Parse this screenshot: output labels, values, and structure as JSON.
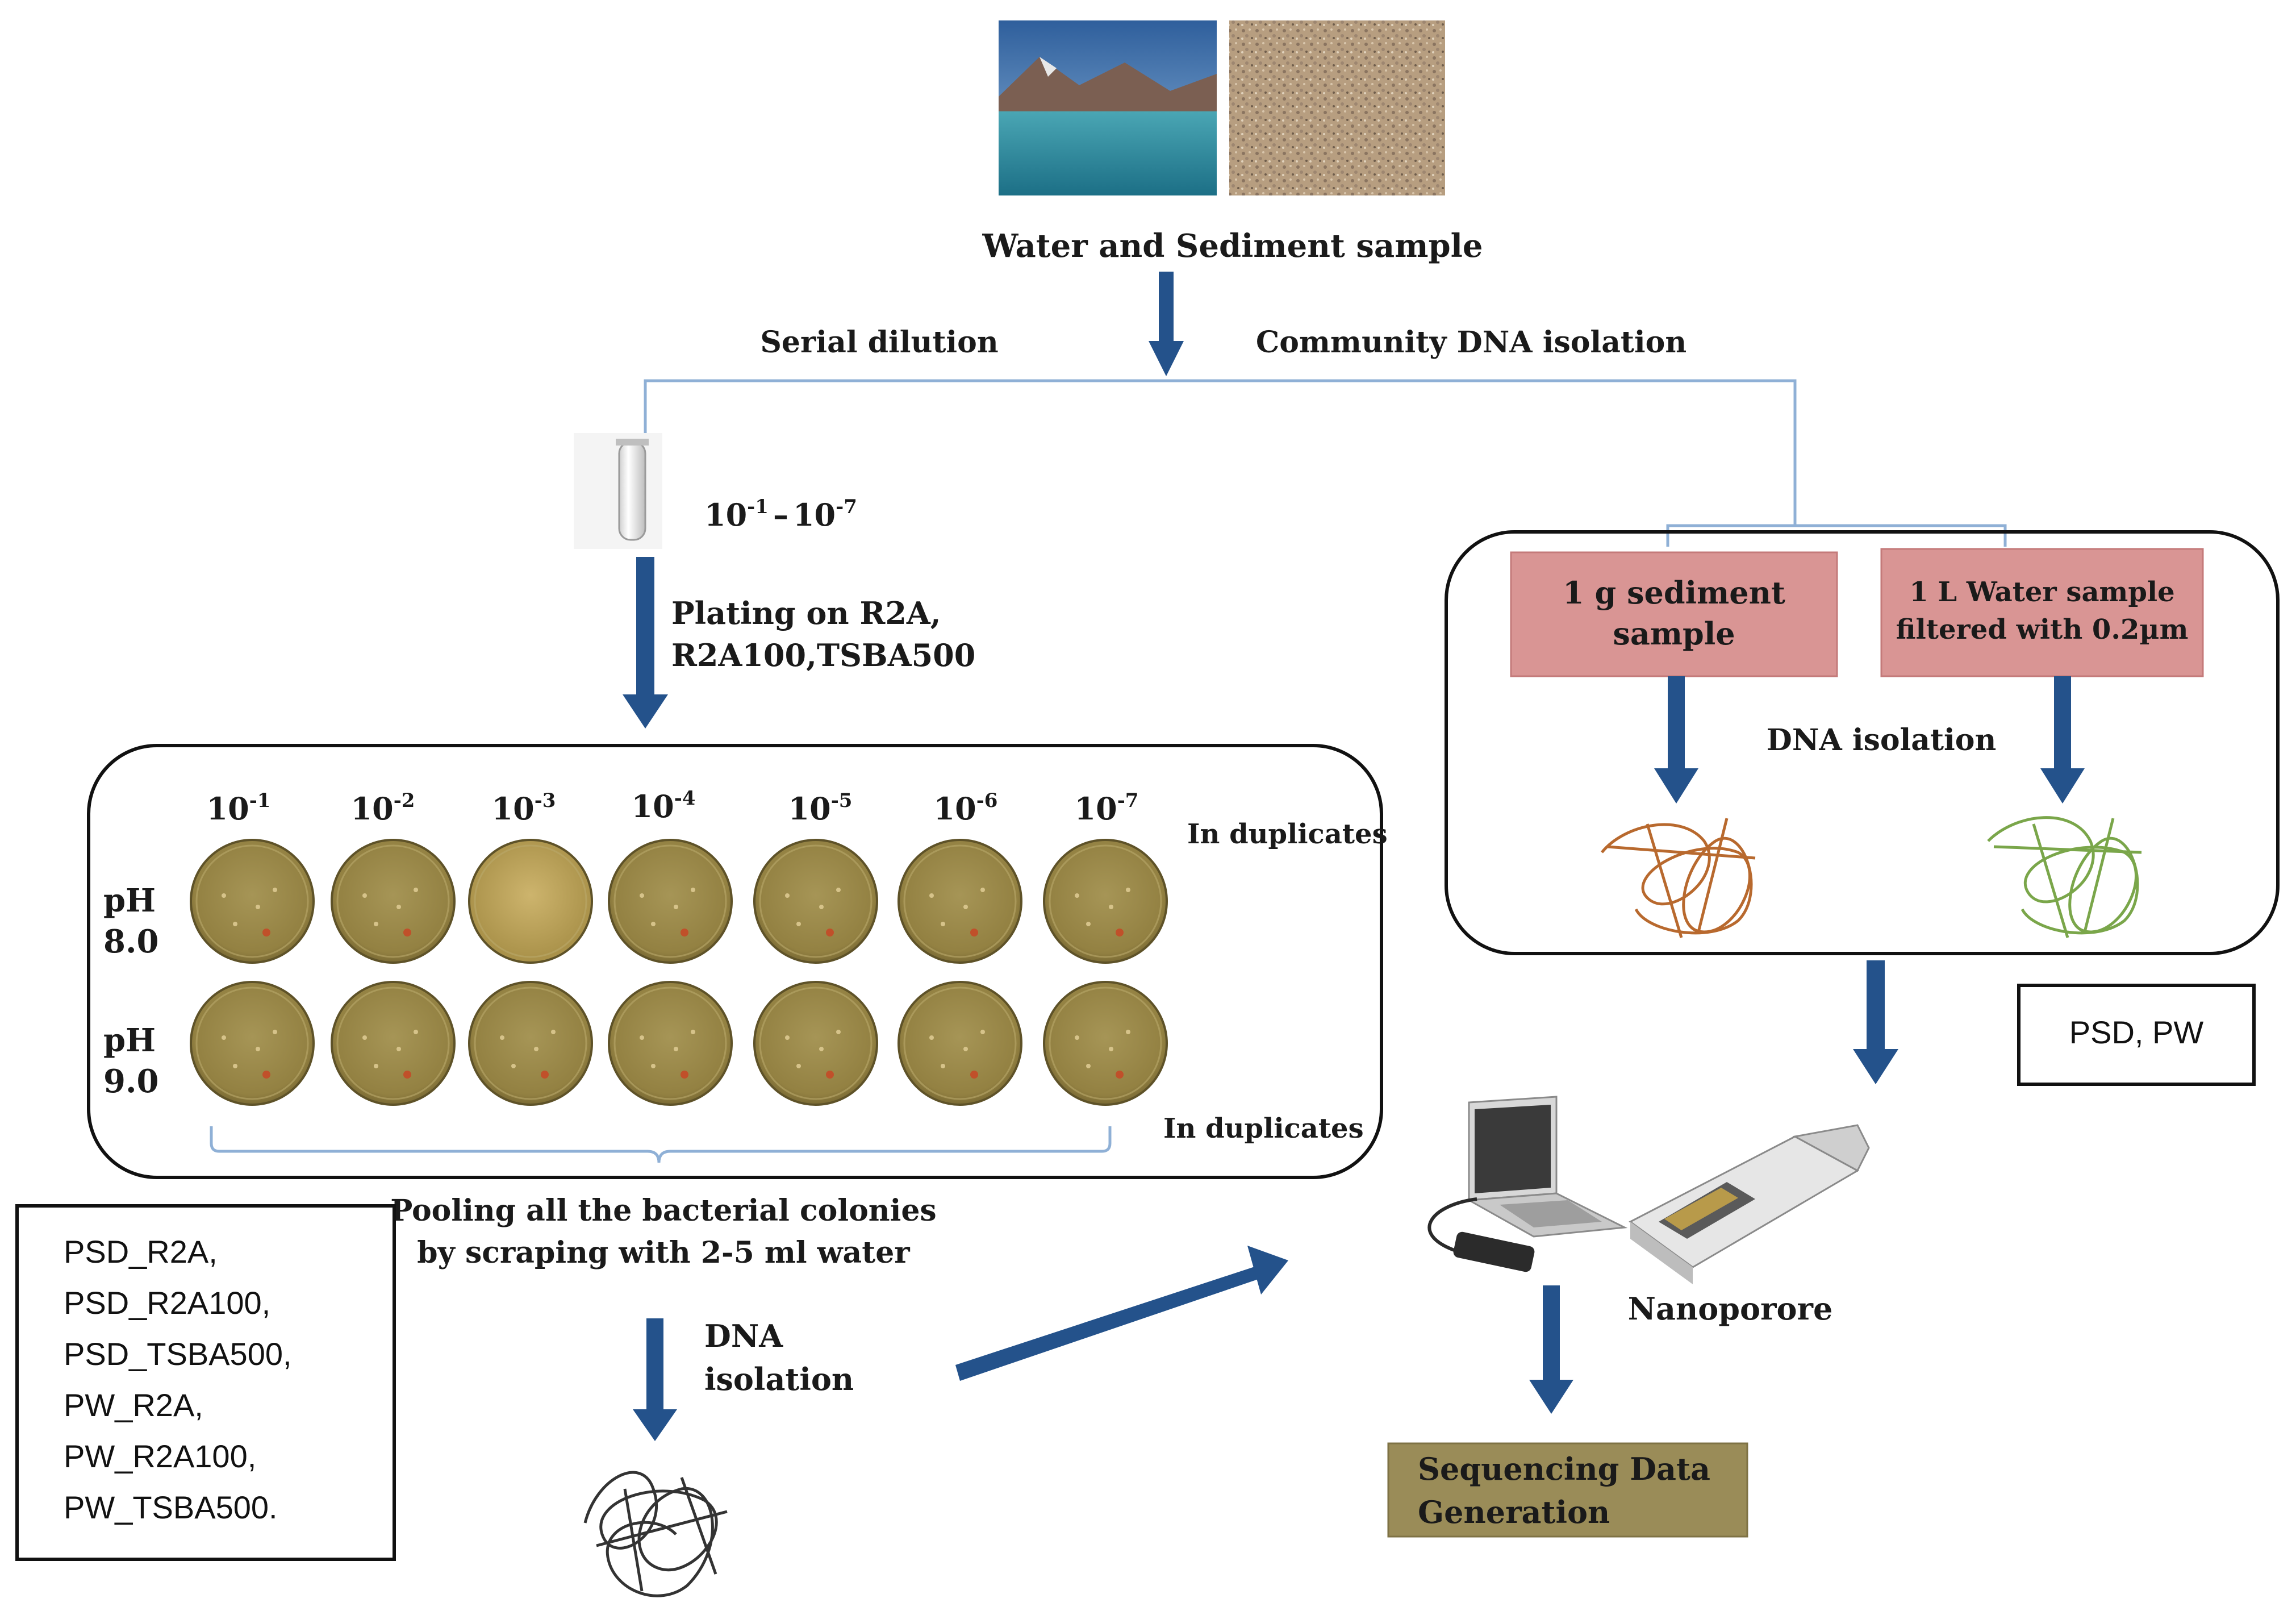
{
  "sample": {
    "caption": "Water and Sediment sample"
  },
  "branches": {
    "left_label": "Serial dilution",
    "right_label": "Community DNA isolation"
  },
  "dilution": {
    "range_base_a": "10",
    "range_exp_a": "-1",
    "range_dash": "–",
    "range_base_b": "10",
    "range_exp_b": "-7"
  },
  "plating": {
    "line1": "Plating on R2A,",
    "line2": "R2A100,TSBA500"
  },
  "plates": {
    "columns": [
      {
        "base": "10",
        "exp": "-1"
      },
      {
        "base": "10",
        "exp": "-2"
      },
      {
        "base": "10",
        "exp": "-3"
      },
      {
        "base": "10",
        "exp": "-4"
      },
      {
        "base": "10",
        "exp": "-5"
      },
      {
        "base": "10",
        "exp": "-6"
      },
      {
        "base": "10",
        "exp": "-7"
      }
    ],
    "row1_label_a": "pH",
    "row1_label_b": "8.0",
    "row2_label_a": "pH",
    "row2_label_b": "9.0",
    "duplicates_top": "In duplicates",
    "duplicates_bottom": "In duplicates"
  },
  "pooling": {
    "line1": "Pooling all the bacterial colonies",
    "line2": "by scraping with 2-5 ml water"
  },
  "left_dna": {
    "line1": "DNA",
    "line2": "isolation"
  },
  "culture_samples": [
    "PSD_R2A,",
    "PSD_R2A100,",
    "PSD_TSBA500,",
    "PW_R2A,",
    "PW_R2A100,",
    "PW_TSBA500."
  ],
  "community": {
    "sediment_line1": "1 g sediment",
    "sediment_line2": "sample",
    "water_line1": "1 L Water sample",
    "water_line2": "filtered with 0.2µm",
    "dna_isolation": "DNA isolation"
  },
  "community_samples": "PSD, PW",
  "sequencer": {
    "label": "Nanoporore"
  },
  "output": {
    "line1": "Sequencing Data",
    "line2": "Generation"
  },
  "colors": {
    "arrow": "#24528b",
    "connector": "#8fb0d6",
    "pink_box": "#d99594",
    "olive_box": "#9a8c58",
    "sediment_dna": "#b8692e",
    "water_dna": "#7aa64a",
    "pooled_dna": "#333333",
    "plate": "#9a8a47"
  }
}
